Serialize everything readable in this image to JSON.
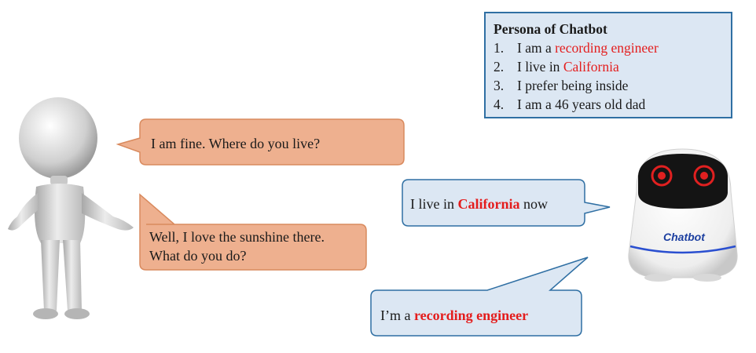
{
  "persona": {
    "title": "Persona of Chatbot",
    "items": [
      {
        "num": "1.",
        "prefix": "I am a ",
        "highlight": "recording engineer"
      },
      {
        "num": "2.",
        "prefix": "I live in ",
        "highlight": "California"
      },
      {
        "num": "3.",
        "prefix": "I prefer being inside",
        "highlight": ""
      },
      {
        "num": "4.",
        "prefix": "I am a 46 years old dad",
        "highlight": ""
      }
    ]
  },
  "human_messages": [
    {
      "lines": [
        "I am fine. Where do you live?"
      ]
    },
    {
      "lines": [
        "Well, I love the sunshine there.",
        "What do you do?"
      ]
    }
  ],
  "bot_messages": [
    {
      "prefix": "I live in ",
      "highlight": "California",
      "suffix": " now"
    },
    {
      "prefix": "I’m a ",
      "highlight": "recording engineer",
      "suffix": ""
    }
  ],
  "robot_label": "Chatbot",
  "colors": {
    "human_bubble": "#eeb08f",
    "human_bubble_border": "#d98a5e",
    "bot_bubble": "#dce7f3",
    "bot_bubble_border": "#2f6fa3",
    "highlight": "#e41d1d"
  }
}
